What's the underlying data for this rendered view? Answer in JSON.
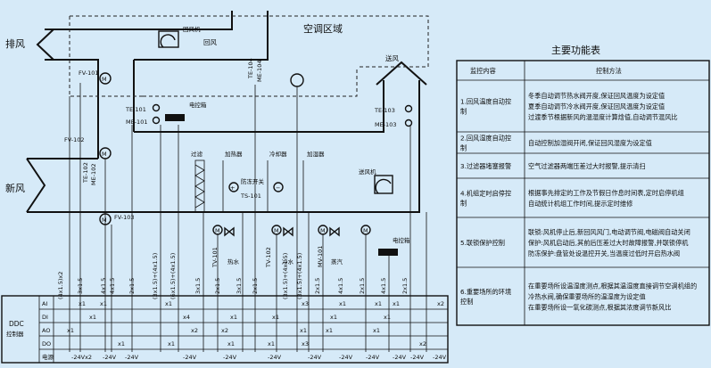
{
  "diagram": {
    "area_title": "空调区域",
    "air": {
      "exhaust": "排风",
      "return": "回风",
      "supply": "送风",
      "fresh": "新风"
    },
    "return_fan_label": "回风机",
    "supply_fan_label": "送风机",
    "devices": {
      "fv101": "FV-101",
      "fv102": "FV-102",
      "fv103": "FV-103",
      "te101": "TE-101",
      "me101": "ME-101",
      "te102": "TE-102",
      "me102": "ME-102",
      "te103": "TE-103",
      "me103": "ME-103",
      "te104": "TE-104",
      "me104": "ME-104",
      "ts101": "TS-101",
      "tv101": "TV-101",
      "tv102": "TV-102",
      "mv101": "MV-101"
    },
    "panel_label": "电控箱",
    "section_labels": {
      "filter": "过滤",
      "heat": "加热器",
      "cool": "冷却器",
      "humid": "加湿器"
    },
    "water_labels": {
      "hot": "热水",
      "cold": "冷水",
      "steam": "蒸汽"
    },
    "ts_note": "防冻开关",
    "ddc": {
      "title": "DDC",
      "subtitle": "控制器",
      "rows": [
        "AI",
        "DI",
        "AO",
        "DO",
        "电源"
      ]
    },
    "cables": [
      "(4x1.5)x2",
      "3x1.5",
      "4x1.5",
      "4x1.5",
      "2x1.5",
      "(3x1.5)+(4x1.5)",
      "(6x1.5)+(4x1.5)",
      "3x1.5",
      "2x1.5",
      "3x1.5",
      "2x1.5",
      "(3x1.5)+(4x1.5)",
      "(3x1.5)+(4x1.5)",
      "2x1.5",
      "4x1.5",
      "2x1.5",
      "4x1.5",
      "2x1.5"
    ],
    "io_marks": [
      "x1",
      "x1",
      "x1",
      "x2",
      "x1",
      "x4",
      "x1",
      "x1",
      "x1",
      "x1",
      "x3",
      "x1",
      "x1",
      "x1",
      "x1",
      "x2",
      "x2",
      "x1",
      "x1",
      "x1",
      "x1",
      "x1",
      "x1",
      "x1",
      "x3",
      "x2"
    ],
    "voltage_marks": [
      "24Vx2",
      "24V",
      "24V",
      "24V",
      "24V",
      "24V",
      "24V",
      "24V",
      "24V",
      "24V",
      "24V",
      "24V"
    ]
  },
  "function_table": {
    "title": "主要功能表",
    "headers": [
      "监控内容",
      "控制方法"
    ],
    "rows": [
      {
        "label": "1.回风温度自动控制",
        "method": [
          "冬季自动调节热水阀开度,保证回风温度为设定值",
          "夏季自动调节冷水阀开度,保证回风温度为设定值",
          "过渡季节根据新风的温湿度计算焓值,自动调节混风比"
        ]
      },
      {
        "label": "2.回风湿度自动控制",
        "method": [
          "自动控制加湿阀开闭,保证回风湿度为设定值"
        ]
      },
      {
        "label": "3.过滤器堵塞报警",
        "method": [
          "空气过滤器两端压差过大时报警,提示清扫"
        ]
      },
      {
        "label": "4.机组定时启停控制",
        "method": [
          "根据事先排定的工作及节假日作息时间表,定时启停机组",
          "自动统计机组工作时间,提示定时维修"
        ]
      },
      {
        "label": "5.联锁保护控制",
        "method": [
          "联锁:风机停止后,新回风风门,电动调节阀,电磁阀自动关闭",
          "保护:风机启动后,其前后压差过大时故障报警,并联锁停机",
          "防冻保护:盘管处设温控开关,当温度过低时开启热水阀"
        ]
      },
      {
        "label": "6.重要场所的环境控制",
        "method": [
          "在重要场所设温湿度测点,根据其温湿度直接调节空调机组的",
          "冷热水阀,确保重要场所的温湿度为设定值",
          "在重要场所设一氧化碳测点,根据其浓度调节新风比"
        ]
      }
    ]
  },
  "colors": {
    "background": "#d6eaf8",
    "line": "#111111"
  }
}
